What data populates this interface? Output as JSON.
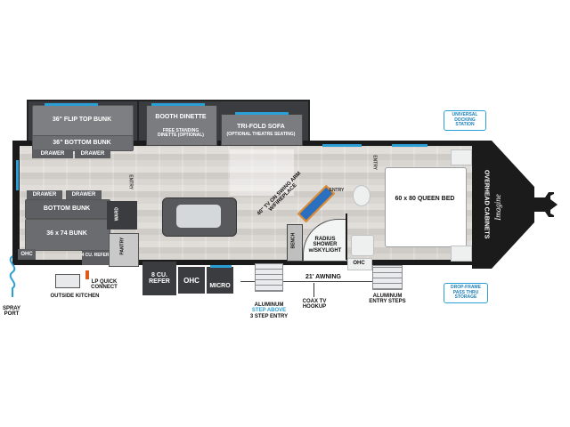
{
  "labels": {
    "flip_top_bunk": "36\" FLIP TOP BUNK",
    "bottom_bunk_36": "36\" BOTTOM BUNK",
    "drawer": "DRAWER",
    "bottom_bunk": "BOTTOM BUNK",
    "bunk_36x74": "36 x 74 BUNK",
    "booth_dinette": "BOOTH DINETTE",
    "free_standing_dinette": "FREE STANDING DINETTE (OPTIONAL)",
    "tri_fold_sofa": "TRI-FOLD SOFA",
    "optional_theatre": "(OPTIONAL THEATRE SEATING)",
    "entry": "ENTRY",
    "ward": "WARD",
    "pantry": "PANTRY",
    "refer_small": "4 CU. REFER",
    "ohc": "OHC",
    "refer_8": "8 CU. REFER",
    "micro": "MICRO",
    "tv_fireplace": "40\" TV ON SWING ARM W/FIREPLACE",
    "bench": "BENCH",
    "radius_shower": "RADIUS SHOWER w/SKYLIGHT",
    "queen_bed": "60 x 80 QUEEN BED",
    "overhead_cabinets": "OVERHEAD CABINETS",
    "brand": "Imagine",
    "awning": "21' AWNING",
    "spray_port": "SPRAY PORT",
    "outside_kitchen": "OUTSIDE KITCHEN",
    "lp_quick": "LP QUICK CONNECT",
    "step_line1": "ALUMINUM",
    "step_line2": "STEP ABOVE",
    "step_line3": "3 STEP ENTRY",
    "coax": "COAX TV HOOKUP",
    "entry_steps": "ALUMINUM ENTRY STEPS",
    "universal_docking": "UNIVERSAL DOCKING STATION",
    "drop_frame": "DROP-FRAME PASS THRU STORAGE"
  },
  "colors": {
    "accent_blue": "#2a9fd6",
    "step_above_blue": "#2a9fd6"
  }
}
